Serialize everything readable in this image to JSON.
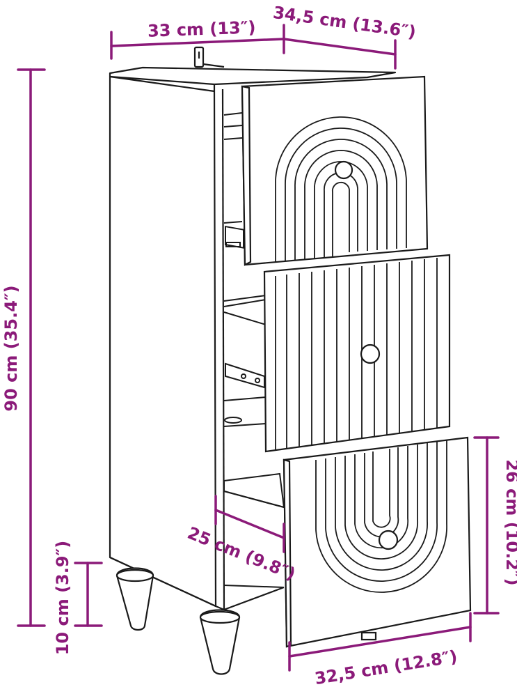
{
  "colors": {
    "dimension": "#8b1a79",
    "line": "#1a1a1a",
    "background": "#ffffff"
  },
  "dimensions": {
    "width": "33 cm (13″)",
    "depth": "34,5 cm (13.6″)",
    "height": "90 cm (35.4″)",
    "leg_height": "10 cm (3.9″)",
    "drawer_height": "26 cm (10.2″)",
    "drawer_depth": "25 cm (9.8″)",
    "drawer_width": "32,5 cm (12.8″)"
  }
}
